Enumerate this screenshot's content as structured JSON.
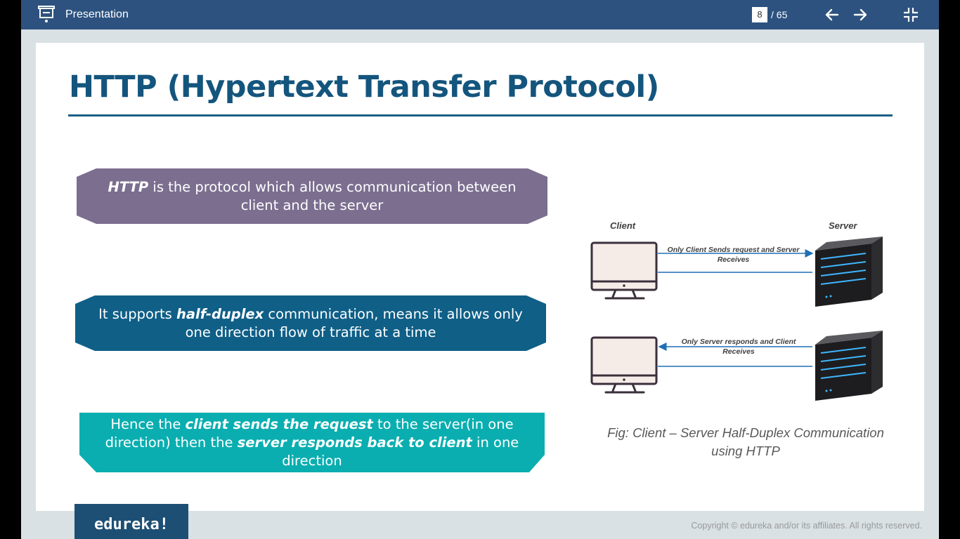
{
  "app": {
    "title": "Presentation"
  },
  "pager": {
    "current": "8",
    "total": "/ 65"
  },
  "slide": {
    "title": "HTTP (Hypertext Transfer Protocol)",
    "banners": [
      {
        "pre": "",
        "bold": "HTTP",
        "mid": " is the protocol which allows communication between client and the server",
        "bold2": "",
        "post": "",
        "color": "#7b6e8f"
      },
      {
        "pre": "It supports ",
        "bold": "half-duplex",
        "mid": " communication, means it allows only one direction flow of traffic at a time",
        "bold2": "",
        "post": "",
        "color": "#0f5f87"
      },
      {
        "pre": "Hence the ",
        "bold": "client sends the request",
        "mid": " to the server(in one direction) then the ",
        "bold2": "server responds back to client",
        "post": " in one direction",
        "color": "#0aaeb0"
      }
    ],
    "diagram": {
      "client_label": "Client",
      "server_label": "Server",
      "msg1": "Only Client Sends request and Server Receives",
      "msg2": "Only Server responds and Client Receives"
    },
    "caption": "Fig: Client – Server Half-Duplex Communication using HTTP"
  },
  "footer": {
    "logo": "edureka!",
    "copyright": "Copyright © edureka and/or its affiliates. All rights reserved."
  },
  "icons": [
    "presentation-icon",
    "arrow-left-icon",
    "arrow-right-icon",
    "exit-fullscreen-icon"
  ]
}
